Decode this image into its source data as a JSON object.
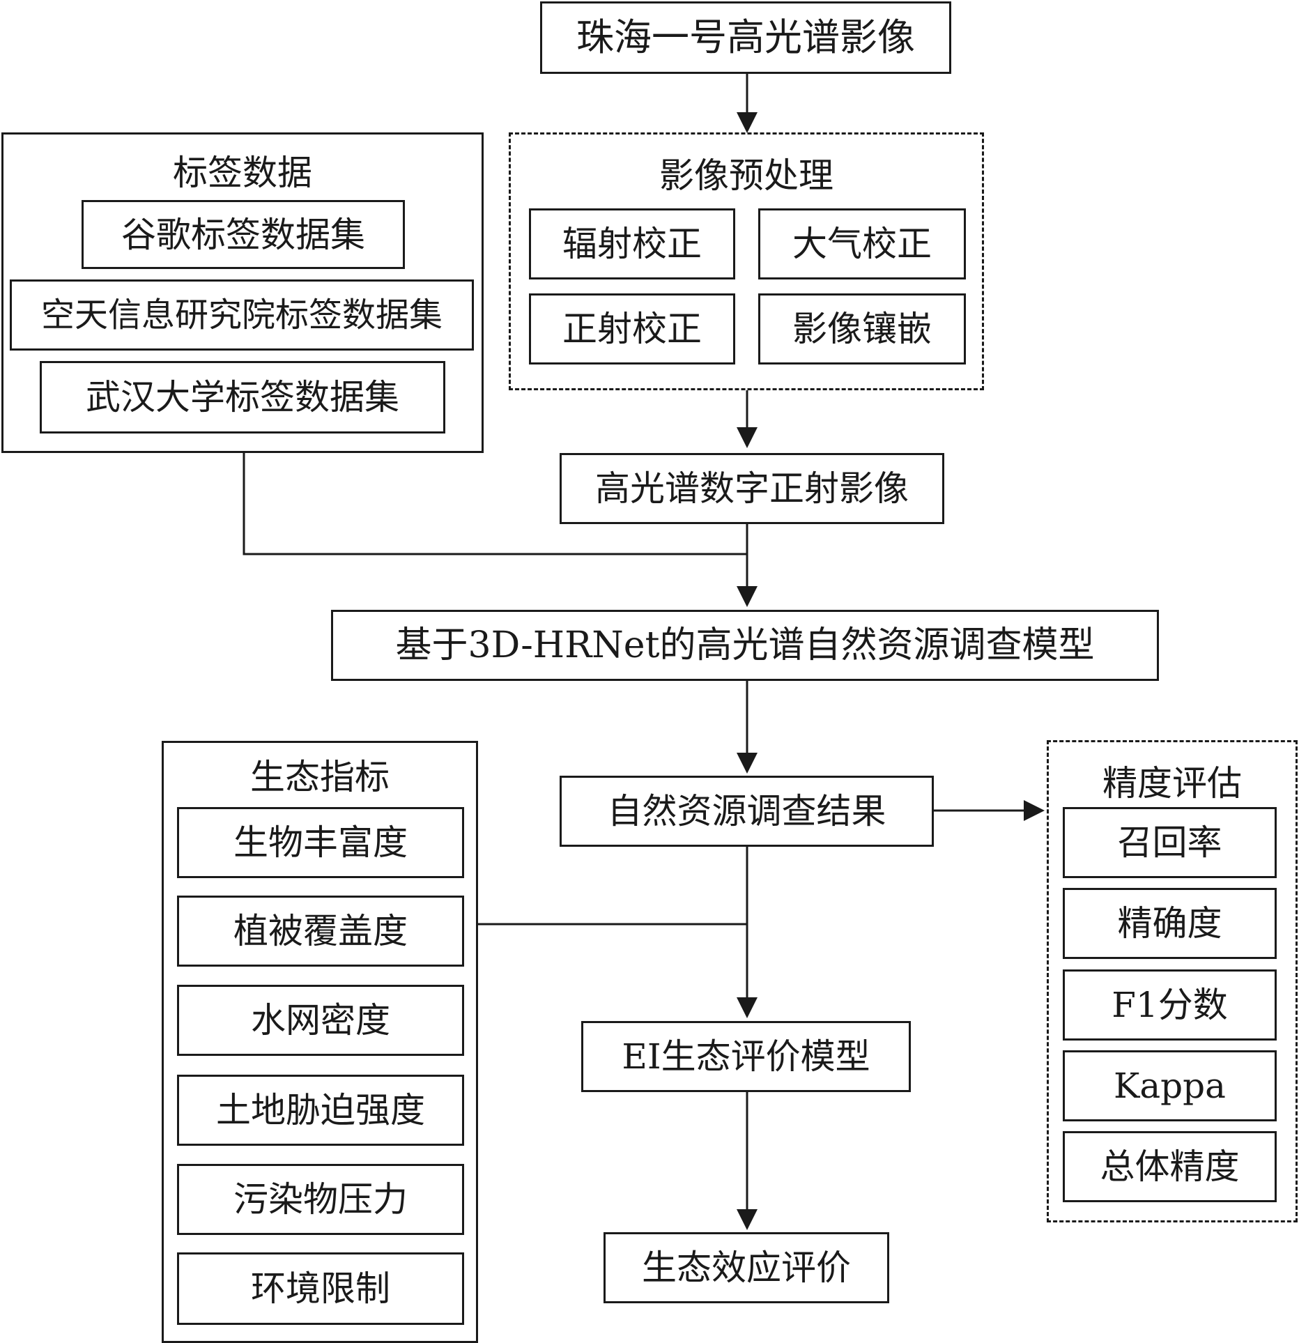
{
  "source_image": "珠海一号高光谱影像",
  "preprocessing": {
    "title": "影像预处理",
    "steps": [
      "辐射校正",
      "大气校正",
      "正射校正",
      "影像镶嵌"
    ]
  },
  "label_data": {
    "title": "标签数据",
    "datasets": [
      "谷歌标签数据集",
      "空天信息研究院标签数据集",
      "武汉大学标签数据集"
    ]
  },
  "dom_image": "高光谱数字正射影像",
  "model": "基于3D-HRNet的高光谱自然资源调查模型",
  "survey_result": "自然资源调查结果",
  "ecological_indicators": {
    "title": "生态指标",
    "items": [
      "生物丰富度",
      "植被覆盖度",
      "水网密度",
      "土地胁迫强度",
      "污染物压力",
      "环境限制"
    ]
  },
  "accuracy_evaluation": {
    "title": "精度评估",
    "metrics": [
      "召回率",
      "精确度",
      "F1分数",
      "Kappa",
      "总体精度"
    ]
  },
  "ei_model": "EI生态评价模型",
  "final_output": "生态效应评价",
  "colors": {
    "line": "#1a1a1a",
    "background": "#ffffff"
  }
}
